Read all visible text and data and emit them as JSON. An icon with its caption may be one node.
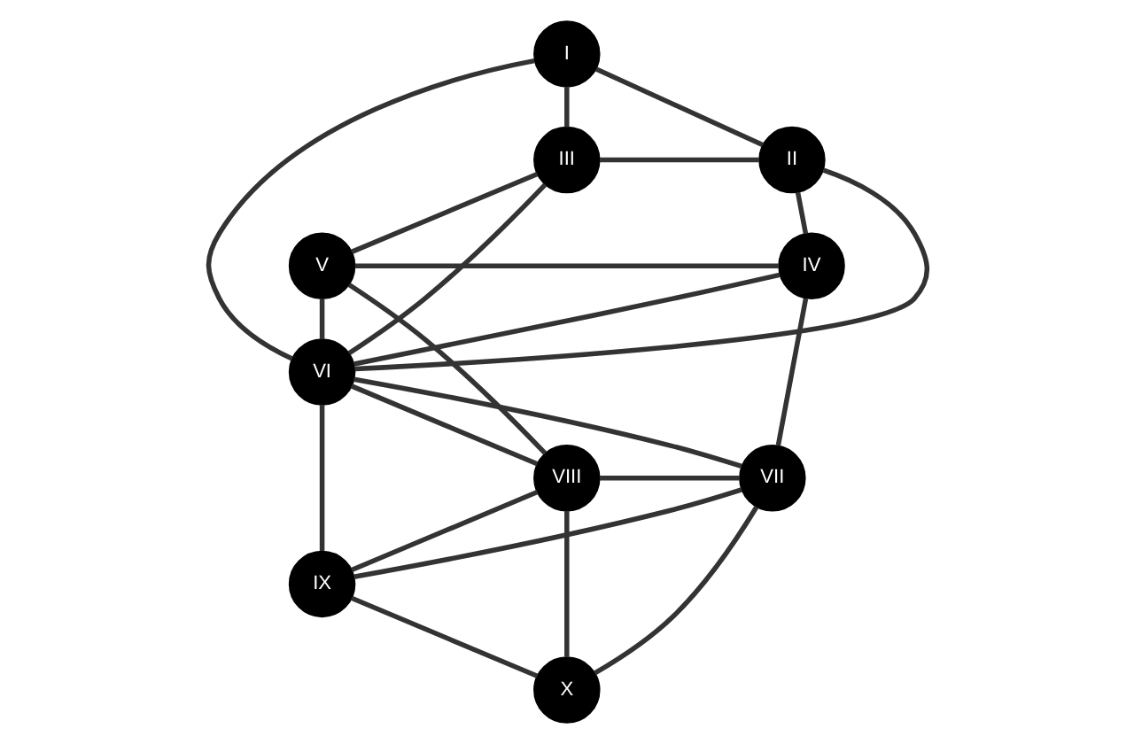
{
  "diagram": {
    "nodes": [
      {
        "text": [
          "I"
        ]
      },
      {
        "text": [
          "III"
        ]
      },
      {
        "text": [
          "II"
        ]
      },
      {
        "text": [
          "V"
        ]
      },
      {
        "text": [
          "IV"
        ]
      },
      {
        "text": [
          "VI"
        ]
      },
      {
        "text": [
          "VIII"
        ]
      },
      {
        "text": [
          "VII"
        ]
      },
      {
        "text": [
          "IX"
        ]
      },
      {
        "text": [
          "X"
        ]
      }
    ],
    "edges": [
      {
        "from": 0,
        "to": 1,
        "arrow": "none"
      },
      {
        "from": 0,
        "to": 2,
        "arrow": "none"
      },
      {
        "from": 0,
        "to": 5,
        "arrow": "none"
      },
      {
        "from": 1,
        "to": 2,
        "arrow": "none"
      },
      {
        "from": 1,
        "to": 3,
        "arrow": "none"
      },
      {
        "from": 1,
        "to": 5,
        "arrow": "none"
      },
      {
        "from": 2,
        "to": 4,
        "arrow": "none"
      },
      {
        "from": 2,
        "to": 5,
        "arrow": "none"
      },
      {
        "from": 3,
        "to": 4,
        "arrow": "none"
      },
      {
        "from": 3,
        "to": 5,
        "arrow": "none"
      },
      {
        "from": 4,
        "to": 5,
        "arrow": "none"
      },
      {
        "from": 3,
        "to": 6,
        "arrow": "none"
      },
      {
        "from": 4,
        "to": 7,
        "arrow": "none"
      },
      {
        "from": 5,
        "to": 6,
        "arrow": "none"
      },
      {
        "from": 5,
        "to": 7,
        "arrow": "none"
      },
      {
        "from": 6,
        "to": 7,
        "arrow": "none"
      },
      {
        "from": 5,
        "to": 8,
        "arrow": "none"
      },
      {
        "from": 6,
        "to": 8,
        "arrow": "none"
      },
      {
        "from": 7,
        "to": 8,
        "arrow": "none"
      },
      {
        "from": 6,
        "to": 9,
        "arrow": "none"
      },
      {
        "from": 7,
        "to": 9,
        "arrow": "none"
      },
      {
        "from": 8,
        "to": 9,
        "arrow": "none"
      }
    ]
  }
}
